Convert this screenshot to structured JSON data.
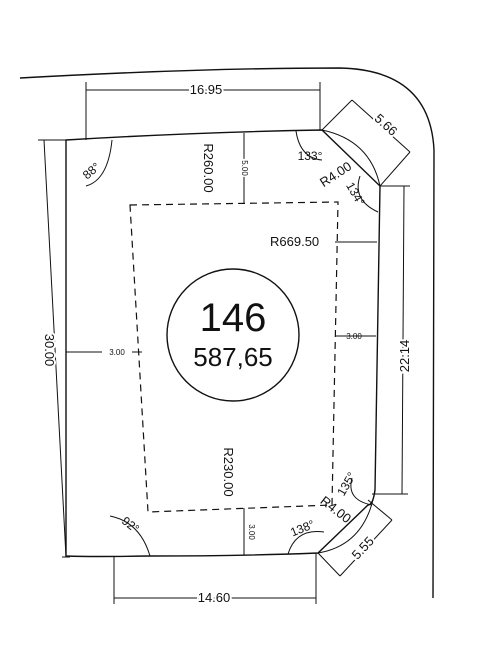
{
  "lot": {
    "number": "146",
    "area": "587,65"
  },
  "dimensions": {
    "top": "16.95",
    "bottom": "14.60",
    "left": "30.00",
    "right": "22.14",
    "chamfer_top": "5.66",
    "chamfer_bottom": "5.55"
  },
  "radii": {
    "top_curve": "R260.00",
    "bottom_curve": "R230.00",
    "right_curve": "R669.50",
    "corner_top": "R4.00",
    "corner_bottom": "R4.00"
  },
  "setbacks": {
    "front": "5.00",
    "left": "3.00",
    "right": "3.00",
    "rear": "3.00"
  },
  "angles": {
    "top_left": "88°",
    "top_chamfer_1": "133°",
    "top_chamfer_2": "134°",
    "bottom_chamfer_1": "135°",
    "bottom_chamfer_2": "138°",
    "bottom_left": "92°"
  }
}
